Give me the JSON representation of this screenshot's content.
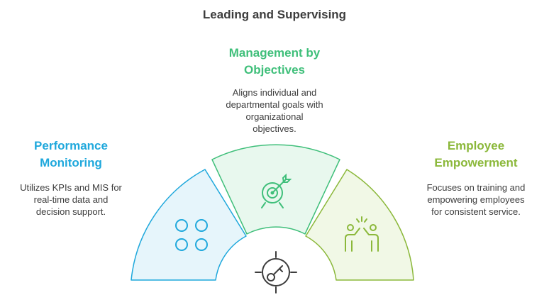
{
  "title": "Leading and Supervising",
  "segments": [
    {
      "heading_line1": "Management by",
      "heading_line2": "Objectives",
      "desc_lines": [
        "Aligns individual and",
        "departmental goals with",
        "organizational",
        "objectives."
      ],
      "color": "#3fbf7a",
      "fill": "#e8f8ee",
      "icon": "target-arrow-icon"
    },
    {
      "heading_line1": "Performance",
      "heading_line2": "Monitoring",
      "desc_lines": [
        "Utilizes KPIs and MIS for",
        "real-time data and",
        "decision support."
      ],
      "color": "#1fa8dc",
      "fill": "#e6f5fb",
      "icon": "four-circles-icon"
    },
    {
      "heading_line1": "Employee",
      "heading_line2": "Empowerment",
      "desc_lines": [
        "Focuses on training and",
        "empowering employees",
        "for consistent service."
      ],
      "color": "#8bb83a",
      "fill": "#f1f8e6",
      "icon": "high-five-icon"
    }
  ],
  "hub_icon": "key-crosshair-icon"
}
